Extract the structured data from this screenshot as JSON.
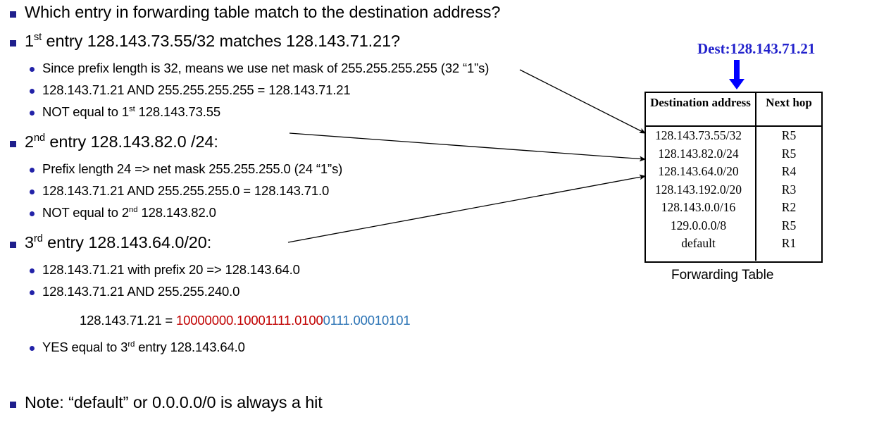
{
  "slide": {
    "bullets": [
      {
        "level": 1,
        "name": "bullet-question",
        "text": "Which entry in forwarding table match to the destination address?"
      },
      {
        "level": 1,
        "name": "bullet-entry-1",
        "text_pre": "1",
        "sup": "st",
        "text_post": " entry 128.143.73.55/32 matches 128.143.71.21?"
      },
      {
        "level": 2,
        "name": "bullet-entry-1-detail-1",
        "text": "Since prefix length is 32, means we use net mask of 255.255.255.255 (32 “1”s)"
      },
      {
        "level": 2,
        "name": "bullet-entry-1-detail-2",
        "text": "128.143.71.21 AND 255.255.255.255 = 128.143.71.21"
      },
      {
        "level": 2,
        "name": "bullet-entry-1-detail-3",
        "text_pre": "NOT equal to 1",
        "sup": "st",
        "text_post": " 128.143.73.55"
      },
      {
        "level": 1,
        "name": "bullet-entry-2",
        "text_pre": "2",
        "sup": "nd",
        "text_post": " entry 128.143.82.0 /24:"
      },
      {
        "level": 2,
        "name": "bullet-entry-2-detail-1",
        "text": "Prefix length 24 => net mask 255.255.255.0 (24 “1”s)"
      },
      {
        "level": 2,
        "name": "bullet-entry-2-detail-2",
        "text": "128.143.71.21 AND 255.255.255.0 = 128.143.71.0"
      },
      {
        "level": 2,
        "name": "bullet-entry-2-detail-3",
        "text_pre": "NOT equal to 2",
        "sup": "nd",
        "text_post": " 128.143.82.0"
      },
      {
        "level": 1,
        "name": "bullet-entry-3",
        "text": "3rd entry 128.143.64.0/20:",
        "text_pre": "3",
        "sup": "rd",
        "text_post": " entry 128.143.64.0/20:"
      },
      {
        "level": 2,
        "name": "bullet-entry-3-detail-1",
        "text": "128.143.71.21 with prefix 20 => 128.143.64.0"
      },
      {
        "level": 2,
        "name": "bullet-entry-3-detail-2",
        "text": "128.143.71.21 AND 255.255.240.0"
      },
      {
        "level": 2,
        "name": "bullet-entry-3-detail-3",
        "text_pre": "YES equal to 3",
        "sup": "rd",
        "text_post": " entry 128.143.64.0"
      },
      {
        "level": 1,
        "name": "bullet-note",
        "text": "Note: “default” or 0.0.0.0/0 is always a hit"
      }
    ],
    "binary_line": {
      "label": "128.143.71.21 = ",
      "prefix_bits": "10000000.10001111.0100",
      "suffix_bits": "0111.00010101",
      "prefix_color": "#c00000",
      "suffix_color": "#2e75b6"
    }
  },
  "figure": {
    "dest_label": "Dest:128.143.71.21",
    "dest_label_color": "#2222cc",
    "dest_arrow_color": "#0000ff",
    "caption": "Forwarding Table",
    "table": {
      "headers": [
        "Destination address",
        "Next hop"
      ],
      "rows": [
        [
          "128.143.73.55/32",
          "R5"
        ],
        [
          "128.143.82.0/24",
          "R5"
        ],
        [
          "128.143.64.0/20",
          "R4"
        ],
        [
          "128.143.192.0/20",
          "R3"
        ],
        [
          "128.143.0.0/16",
          "R2"
        ],
        [
          "129.0.0.0/8",
          "R5"
        ],
        [
          "default",
          "R1"
        ]
      ]
    }
  }
}
